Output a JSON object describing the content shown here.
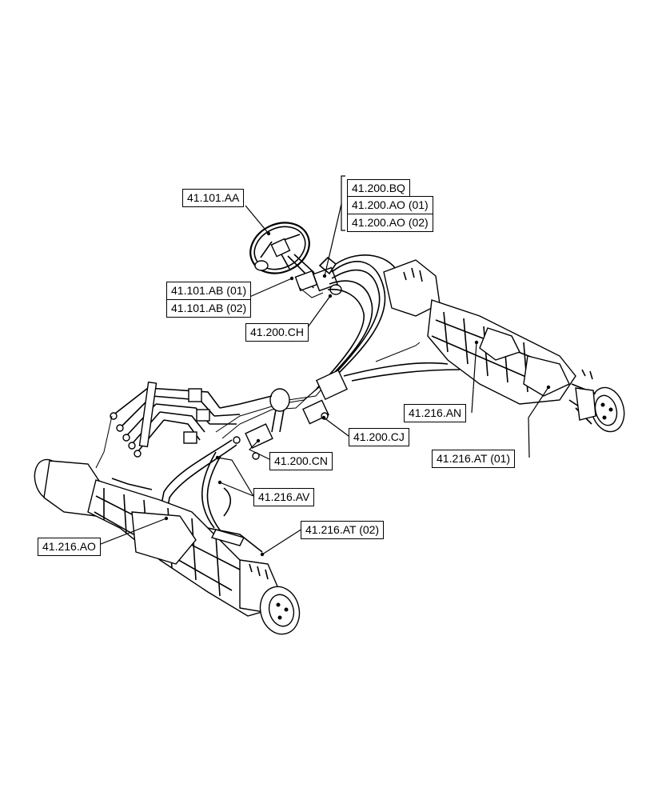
{
  "callouts": {
    "steering_wheel": "41.101.AA",
    "column_01": "41.101.AB (01)",
    "column_02": "41.101.AB (02)",
    "valve_bq": "41.200.BQ",
    "valve_ao_01": "41.200.AO (01)",
    "valve_ao_02": "41.200.AO (02)",
    "unit_ch": "41.200.CH",
    "cylinder_an": "41.216.AN",
    "rear_at_01": "41.216.AT (01)",
    "lines_cj": "41.200.CJ",
    "lines_cn": "41.200.CN",
    "pipes_av": "41.216.AV",
    "front_at_02": "41.216.AT (02)",
    "front_ao": "41.216.AO"
  }
}
